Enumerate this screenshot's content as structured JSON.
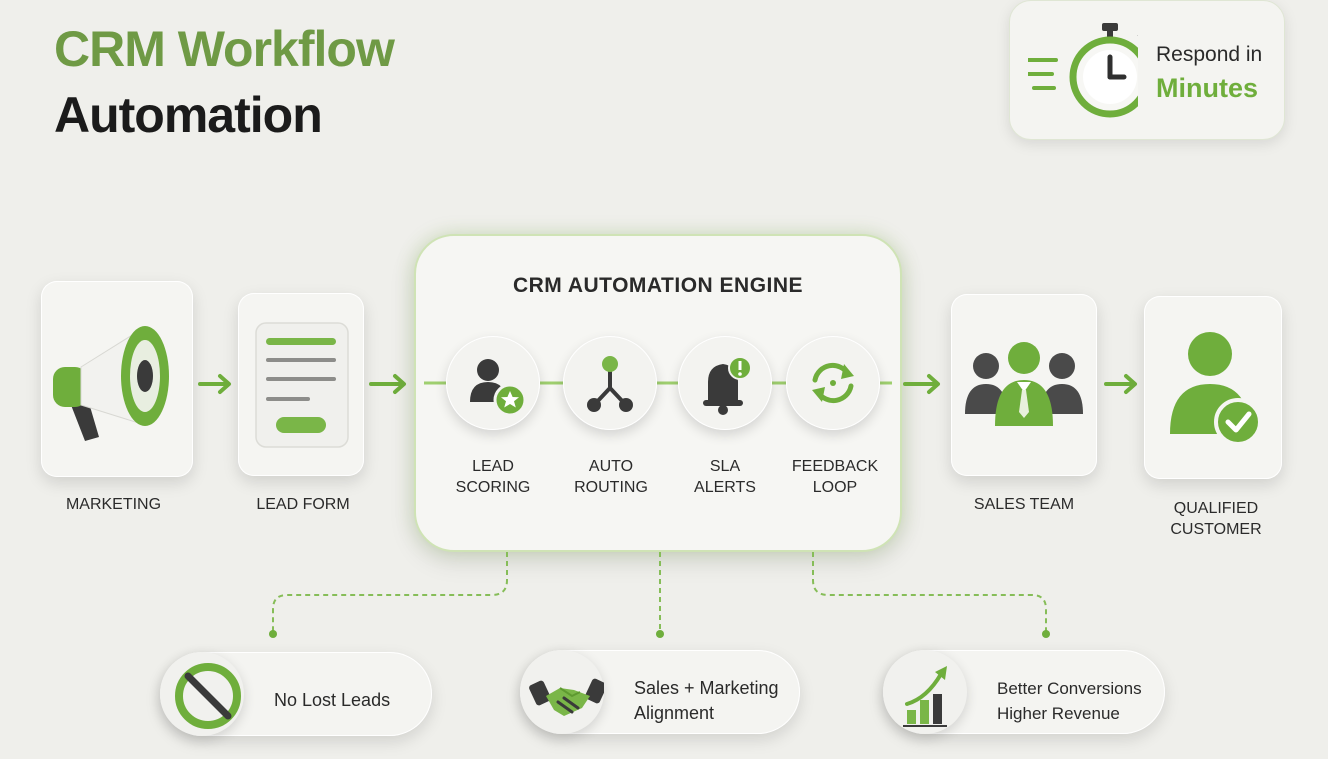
{
  "header": {
    "title_line1": "CRM Workflow",
    "title_line2": "Automation"
  },
  "badge": {
    "line1": "Respond in",
    "line2": "Minutes",
    "icon": "stopwatch-icon"
  },
  "flow": {
    "marketing": {
      "label": "MARKETING",
      "icon": "megaphone-icon"
    },
    "lead_form": {
      "label": "LEAD FORM",
      "icon": "form-icon"
    },
    "sales_team": {
      "label": "SALES TEAM",
      "icon": "team-icon"
    },
    "qualified": {
      "label_line1": "QUALIFIED",
      "label_line2": "CUSTOMER",
      "icon": "user-check-icon"
    }
  },
  "engine": {
    "title": "CRM AUTOMATION ENGINE",
    "steps": [
      {
        "line1": "LEAD",
        "line2": "SCORING",
        "icon": "user-star-icon"
      },
      {
        "line1": "AUTO",
        "line2": "ROUTING",
        "icon": "routing-icon"
      },
      {
        "line1": "SLA",
        "line2": "ALERTS",
        "icon": "bell-alert-icon"
      },
      {
        "line1": "FEEDBACK",
        "line2": "LOOP",
        "icon": "refresh-icon"
      }
    ]
  },
  "benefits": [
    {
      "line1": "No Lost Leads",
      "line2": "",
      "icon": "no-entry-icon"
    },
    {
      "line1": "Sales + Marketing",
      "line2": "Alignment",
      "icon": "handshake-icon"
    },
    {
      "line1": "Better Conversions",
      "line2": "Higher Revenue",
      "icon": "growth-chart-icon"
    }
  ],
  "colors": {
    "accent": "#6fae3c",
    "title_green": "#6f9a45",
    "background": "#efefeb",
    "dark": "#3a3a3a"
  }
}
